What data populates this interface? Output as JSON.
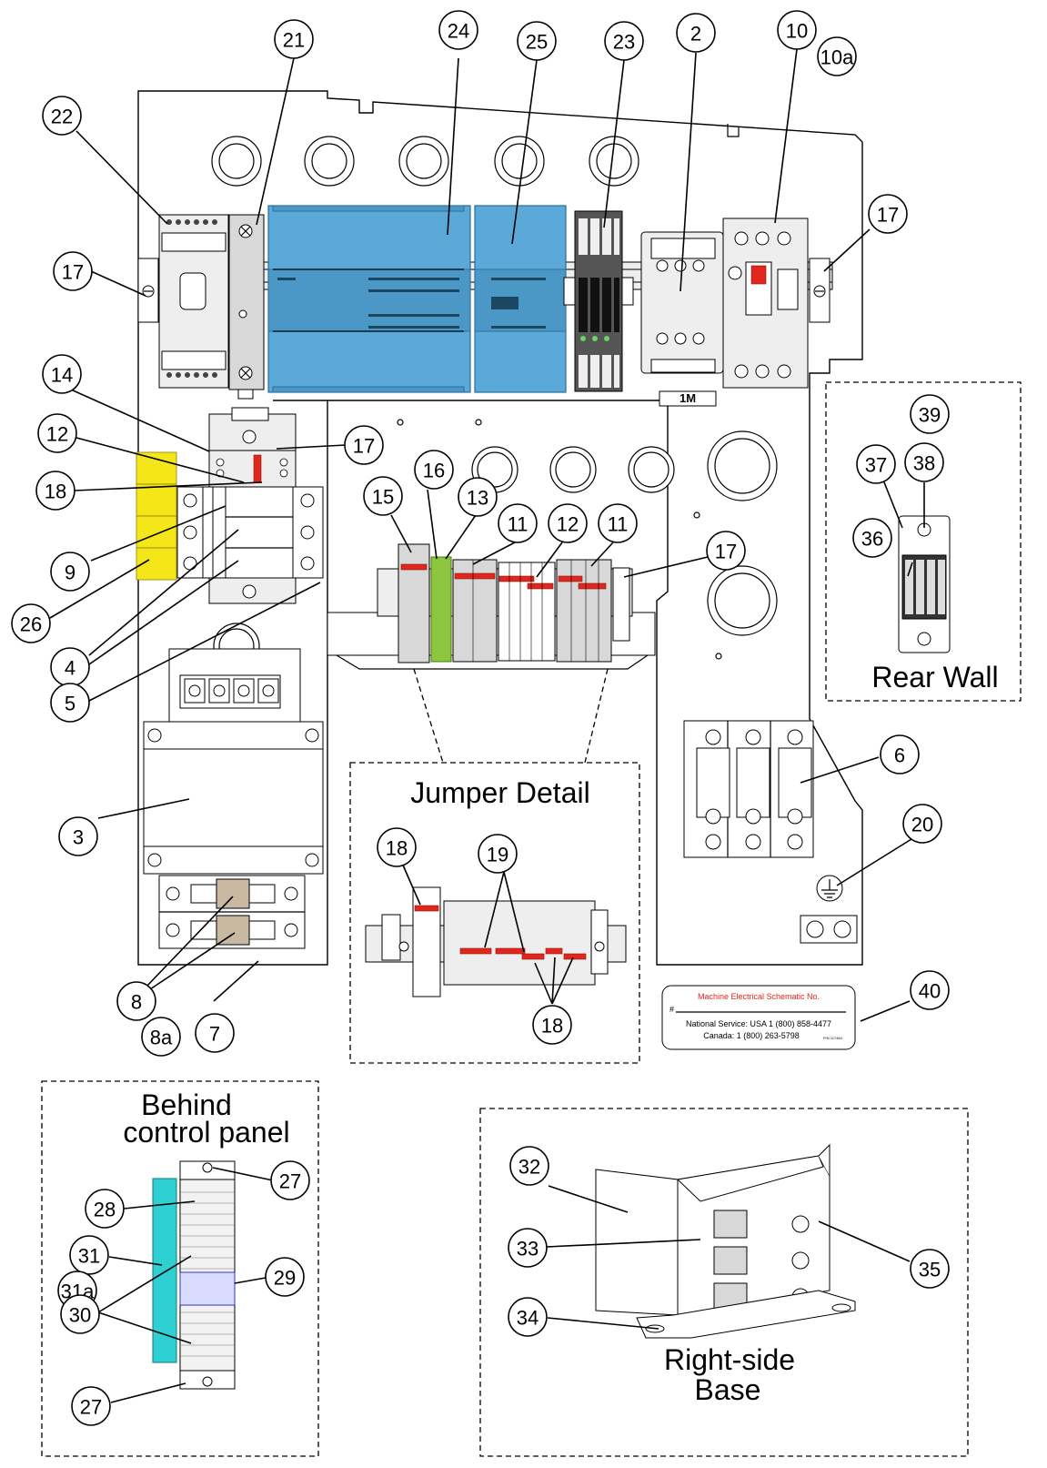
{
  "labels": {
    "rear_wall": "Rear Wall",
    "jumper_detail": "Jumper Detail",
    "behind_line1": "Behind",
    "behind_line2": "control panel",
    "right_side_line1": "Right-side",
    "right_side_line2": "Base",
    "contactor_tag": "1M"
  },
  "nameplate": {
    "title": "Machine Electrical Schematic No.",
    "number_prefix": "#",
    "service_usa": "National Service: USA 1 (800) 858-4477",
    "service_canada": "Canada: 1 (800) 263-5798",
    "part_number": "P/N 117464"
  },
  "callouts": {
    "c21": "21",
    "c24": "24",
    "c25": "25",
    "c23": "23",
    "c2": "2",
    "c10": "10",
    "c10a": "10a",
    "c22": "22",
    "c17a": "17",
    "c17b": "17",
    "c14": "14",
    "c12a": "12",
    "c17c": "17",
    "c18a": "18",
    "c9": "9",
    "c26": "26",
    "c4": "4",
    "c5": "5",
    "c15": "15",
    "c16": "16",
    "c13": "13",
    "c11a": "11",
    "c12b": "12",
    "c11b": "11",
    "c17d": "17",
    "c39": "39",
    "c37": "37",
    "c38": "38",
    "c36": "36",
    "c3": "3",
    "c6": "6",
    "c20": "20",
    "c18b": "18",
    "c19": "19",
    "c18c": "18",
    "c8": "8",
    "c8a": "8a",
    "c7": "7",
    "c40": "40",
    "c27a": "27",
    "c28": "28",
    "c31": "31",
    "c31a": "31a",
    "c29": "29",
    "c30": "30",
    "c27b": "27",
    "c32": "32",
    "c33": "33",
    "c34": "34",
    "c35": "35"
  },
  "colors": {
    "plc_blue": "#5aa9d8",
    "jumper_red": "#e0271d",
    "label_yellow": "#f5e61a",
    "ground_green": "#8cc63f",
    "strip_cyan": "#2fd0d4"
  }
}
